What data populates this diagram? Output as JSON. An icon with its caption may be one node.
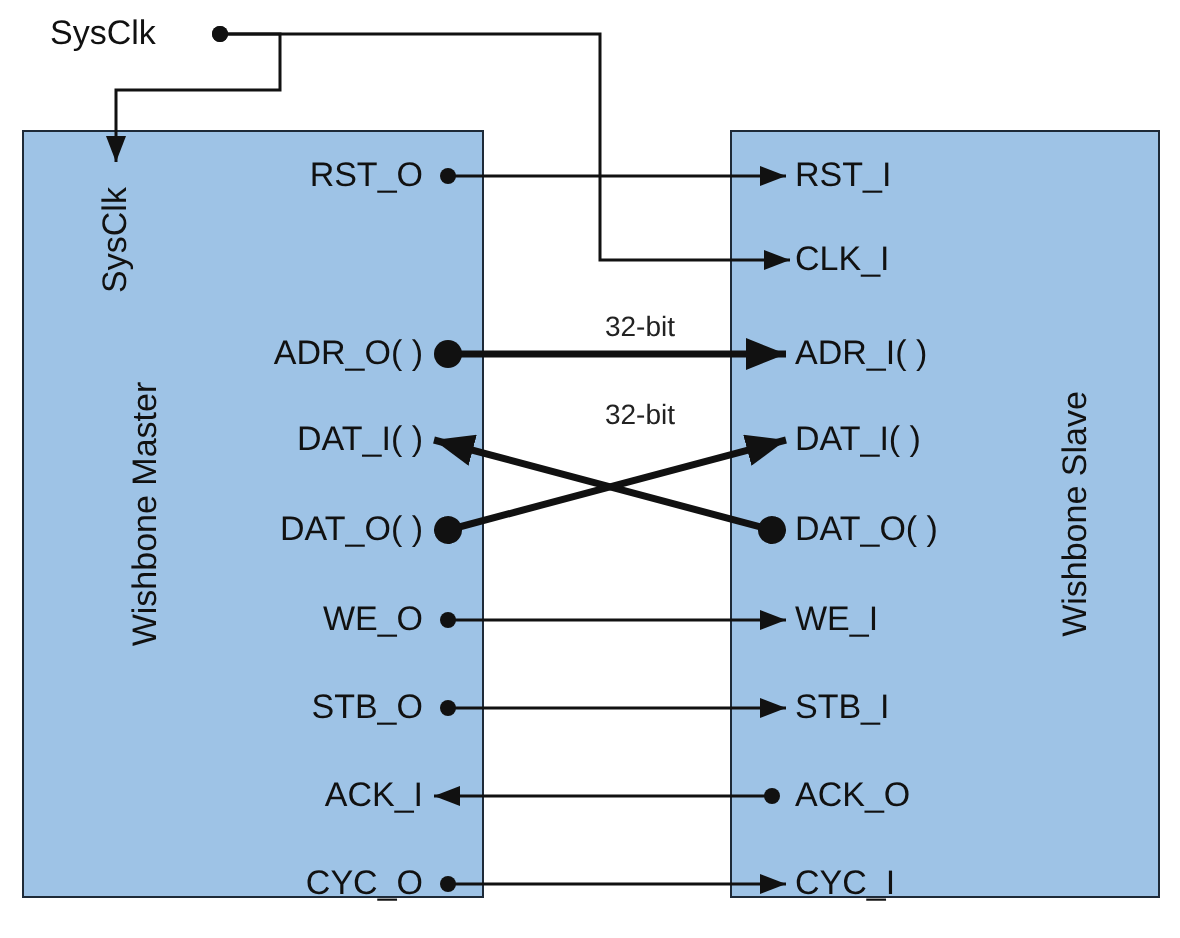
{
  "diagram": {
    "nodes": [
      {
        "text": [
          "SysClk"
        ]
      },
      {
        "text": [
          "Wishbone Master"
        ]
      },
      {
        "text": [
          "SysClk"
        ],
        "in": 1
      },
      {
        "text": [
          "RST_O"
        ],
        "in": 1
      },
      {
        "text": [
          "ADR_O( )"
        ],
        "in": 1
      },
      {
        "text": [
          "DAT_I( )"
        ],
        "in": 1
      },
      {
        "text": [
          "DAT_O( )"
        ],
        "in": 1
      },
      {
        "text": [
          "WE_O"
        ],
        "in": 1
      },
      {
        "text": [
          "STB_O"
        ],
        "in": 1
      },
      {
        "text": [
          "ACK_I"
        ],
        "in": 1
      },
      {
        "text": [
          "CYC_O"
        ],
        "in": 1
      },
      {
        "text": [
          "Wishbone Slave"
        ]
      },
      {
        "text": [
          "RST_I"
        ],
        "in": 11
      },
      {
        "text": [
          "CLK_I"
        ],
        "in": 11
      },
      {
        "text": [
          "ADR_I( )"
        ],
        "in": 11
      },
      {
        "text": [
          "DAT_I( )"
        ],
        "in": 11
      },
      {
        "text": [
          "DAT_O( )"
        ],
        "in": 11
      },
      {
        "text": [
          "WE_I"
        ],
        "in": 11
      },
      {
        "text": [
          "STB_I"
        ],
        "in": 11
      },
      {
        "text": [
          "ACK_O"
        ],
        "in": 11
      },
      {
        "text": [
          "CYC_I"
        ],
        "in": 11
      }
    ],
    "edges": [
      {
        "from": 0,
        "to": 2,
        "arrow": "to"
      },
      {
        "from": 0,
        "to": 13,
        "arrow": "to"
      },
      {
        "from": 3,
        "to": 12,
        "arrow": "to"
      },
      {
        "from": 4,
        "to": 14,
        "arrow": "to",
        "label": "32-bit",
        "style": "thick"
      },
      {
        "from": 16,
        "to": 5,
        "arrow": "to",
        "label": "32-bit",
        "style": "thick"
      },
      {
        "from": 6,
        "to": 15,
        "arrow": "to",
        "style": "thick"
      },
      {
        "from": 7,
        "to": 17,
        "arrow": "to"
      },
      {
        "from": 8,
        "to": 18,
        "arrow": "to"
      },
      {
        "from": 19,
        "to": 9,
        "arrow": "to"
      },
      {
        "from": 10,
        "to": 20,
        "arrow": "to"
      }
    ]
  }
}
